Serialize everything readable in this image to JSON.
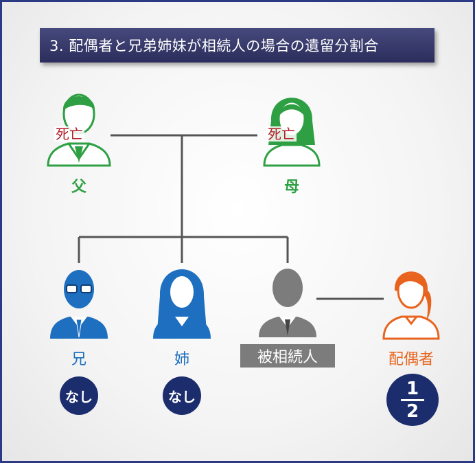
{
  "title": "3. 配偶者と兄弟姉妹が相続人の場合の遺留分割合",
  "parents": {
    "father": {
      "label": "父",
      "status": "死亡"
    },
    "mother": {
      "label": "母",
      "status": "死亡"
    }
  },
  "children": {
    "brother": {
      "label": "兄",
      "share": "なし"
    },
    "sister": {
      "label": "姉",
      "share": "なし"
    },
    "decedent": {
      "label": "被相続人"
    }
  },
  "spouse": {
    "label": "配偶者",
    "share_numerator": "1",
    "share_denominator": "2"
  },
  "colors": {
    "parent": "#2ea043",
    "sibling": "#1e6fbf",
    "decedent": "#7c7c7c",
    "spouse": "#e8641e",
    "badge": "#1c2d6e",
    "deceased_text": "#b41e2a",
    "title_bg": "#2b2d5c"
  }
}
